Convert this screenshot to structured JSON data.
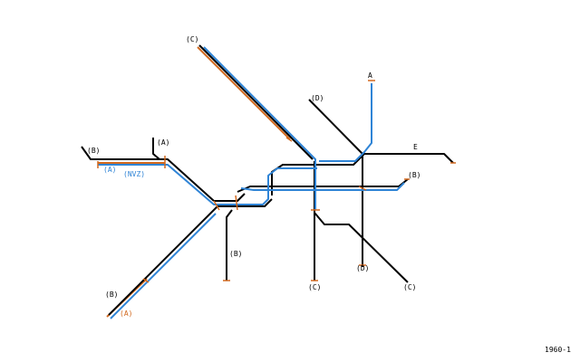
{
  "colors": {
    "black": "#000000",
    "blue": "#2f84d6",
    "orange": "#d2691e",
    "background": "#ffffff"
  },
  "labels": {
    "c_top": "(C)",
    "a_top": "A",
    "d_top": "(D)",
    "e_right": "E",
    "b_right": "(B)",
    "b_left": "(B)",
    "a_left": "(A)",
    "a_left_blue": "(A)",
    "nvz": "(NVZ)",
    "b_mid": "(B)",
    "c_bottom": "(C)",
    "d_bottom": "(D)",
    "c_bottom_right": "(C)",
    "b_bottom_left": "(B)",
    "a_bottom_left": "(A)"
  },
  "footer": {
    "stamp": "1960-1"
  }
}
